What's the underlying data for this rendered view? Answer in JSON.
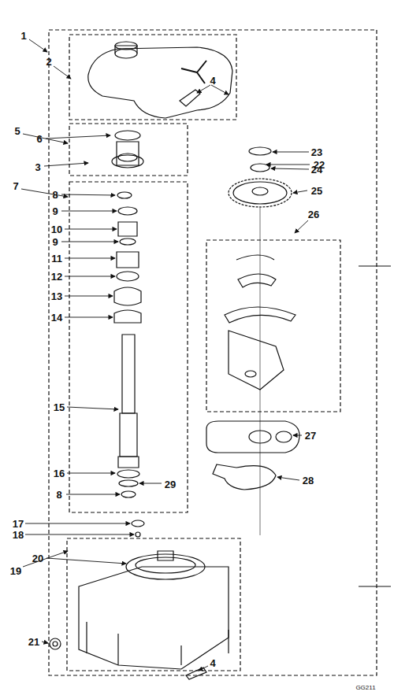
{
  "diagram": {
    "labels": [
      "1",
      "2",
      "3",
      "4",
      "22",
      "5",
      "6",
      "7",
      "8",
      "9",
      "10",
      "9",
      "11",
      "12",
      "13",
      "14",
      "15",
      "16",
      "29",
      "8",
      "17",
      "18",
      "19",
      "20",
      "21",
      "4",
      "23",
      "24",
      "25",
      "26",
      "27",
      "28",
      "GG211"
    ]
  }
}
